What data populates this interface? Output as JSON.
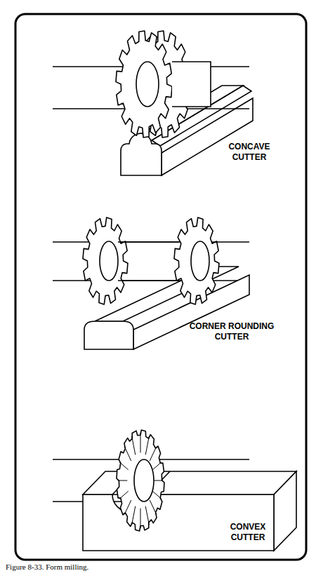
{
  "diagram": {
    "caption": "Figure 8-33. Form milling.",
    "labels": [
      "CONCAVE CUTTER",
      "CORNER ROUNDING CUTTER",
      "CONVEX CUTTER"
    ]
  }
}
